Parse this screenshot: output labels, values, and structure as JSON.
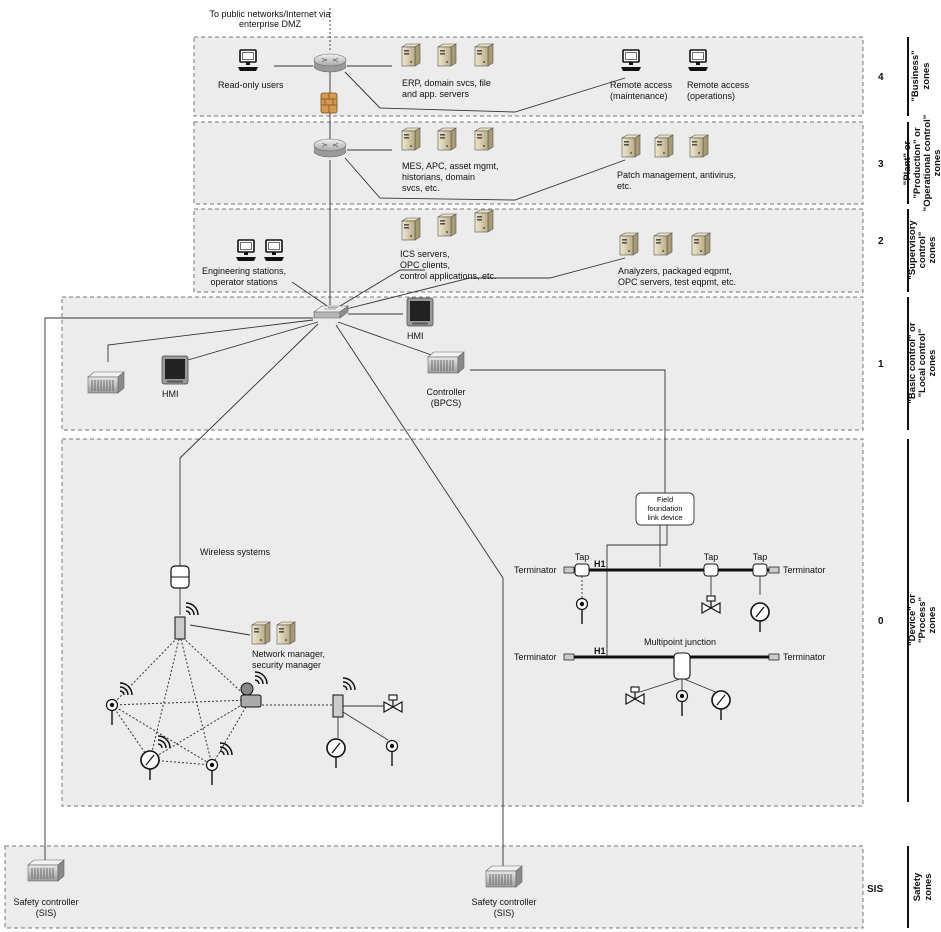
{
  "top_note": [
    "To public networks/Internet via",
    "enterprise DMZ"
  ],
  "zones": [
    {
      "id": "4",
      "name": [
        "\"Business\"",
        "zones"
      ]
    },
    {
      "id": "3",
      "name": [
        "\"Plant\" or",
        "\"Production\" or",
        "\"Operational control\"",
        "zones"
      ]
    },
    {
      "id": "2",
      "name": [
        "\"Supervisory",
        "control\"",
        "zones"
      ]
    },
    {
      "id": "1",
      "name": [
        "\"Basic control\" or",
        "\"Local control\"",
        "zones"
      ]
    },
    {
      "id": "0",
      "name": [
        "\"Device\" or",
        "\"Process\"",
        "zones"
      ]
    },
    {
      "id": "SIS",
      "name": [
        "Safety",
        "zones"
      ]
    }
  ],
  "labels": {
    "read_only_users": "Read-only users",
    "erp_servers": [
      "ERP, domain svcs, file",
      "and app. servers"
    ],
    "remote_maint": [
      "Remote access",
      "(maintenance)"
    ],
    "remote_ops": [
      "Remote access",
      "(operations)"
    ],
    "mes_servers": [
      "MES, APC, asset mgmt,",
      "historians, domain",
      "svcs, etc."
    ],
    "patch_mgmt": [
      "Patch management, antivirus,",
      "etc."
    ],
    "eng_stations": [
      "Engineering stations,",
      "operator stations"
    ],
    "ics_servers": [
      "ICS servers,",
      "OPC clients,",
      "control applications, etc."
    ],
    "analyzers": [
      "Analyzers, packaged eqpmt,",
      "OPC servers, test eqpmt, etc."
    ],
    "hmi_top": "HMI",
    "hmi_left": "HMI",
    "controller": [
      "Controller",
      "(BPCS)"
    ],
    "wireless_systems": "Wireless systems",
    "network_manager": [
      "Network manager,",
      "security manager"
    ],
    "ff_link": [
      "Field",
      "foundation",
      "link device"
    ],
    "tap": "Tap",
    "h1": "H1",
    "terminator": "Terminator",
    "multipoint": "Multipoint junction",
    "safety_ctrl": [
      "Safety controller",
      "(SIS)"
    ]
  }
}
